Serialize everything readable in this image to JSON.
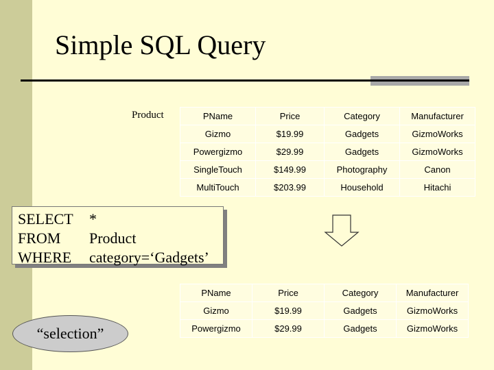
{
  "title": "Simple SQL Query",
  "relation_label": "Product",
  "product_table": {
    "headers": [
      "PName",
      "Price",
      "Category",
      "Manufacturer"
    ],
    "rows": [
      [
        "Gizmo",
        "$19.99",
        "Gadgets",
        "GizmoWorks"
      ],
      [
        "Powergizmo",
        "$29.99",
        "Gadgets",
        "GizmoWorks"
      ],
      [
        "SingleTouch",
        "$149.99",
        "Photography",
        "Canon"
      ],
      [
        "MultiTouch",
        "$203.99",
        "Household",
        "Hitachi"
      ]
    ]
  },
  "query": {
    "lines": [
      {
        "keyword": "SELECT",
        "clause": "*"
      },
      {
        "keyword": "FROM",
        "clause": "Product"
      },
      {
        "keyword": "WHERE",
        "clause": "category=‘Gadgets’"
      }
    ]
  },
  "result_table": {
    "headers": [
      "PName",
      "Price",
      "Category",
      "Manufacturer"
    ],
    "rows": [
      [
        "Gizmo",
        "$19.99",
        "Gadgets",
        "GizmoWorks"
      ],
      [
        "Powergizmo",
        "$29.99",
        "Gadgets",
        "GizmoWorks"
      ]
    ]
  },
  "operation_label": "“selection”",
  "colors": {
    "background": "#fffdd6",
    "side_band": "#cccc99",
    "accent_bar": "#a8a8a8"
  },
  "icons": {
    "transform_arrow": "arrow-down-icon"
  }
}
